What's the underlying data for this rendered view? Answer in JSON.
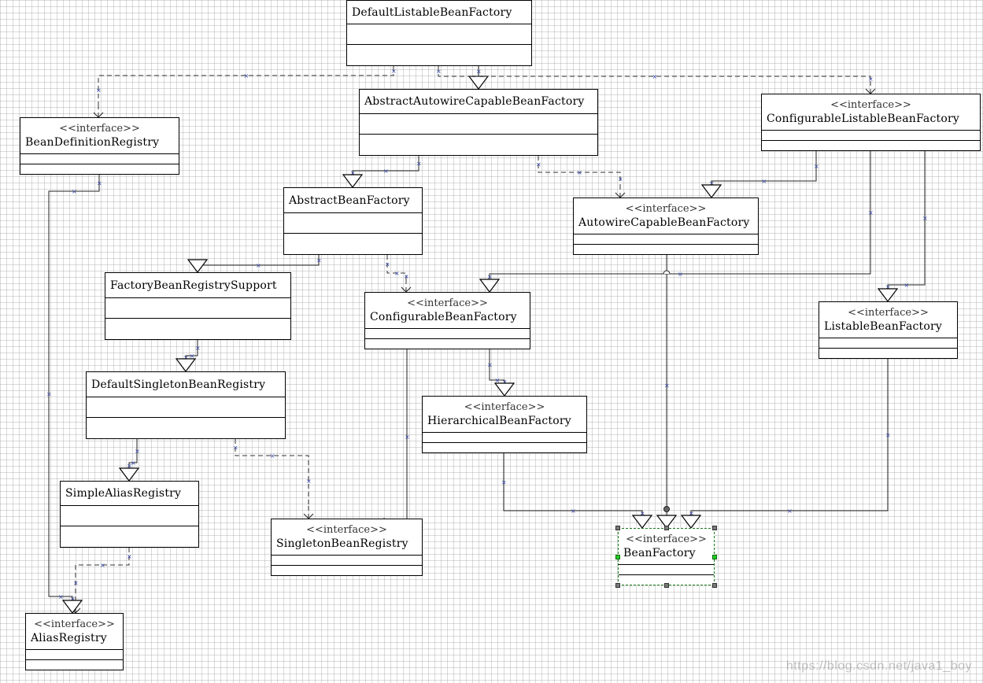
{
  "diagram": {
    "classes": [
      {
        "id": "default-listable-bean-factory",
        "name": "DefaultListableBeanFactory",
        "stereotype": ""
      },
      {
        "id": "abstract-autowire-capable-bean-factory",
        "name": "AbstractAutowireCapableBeanFactory",
        "stereotype": ""
      },
      {
        "id": "configurable-listable-bean-factory",
        "name": "ConfigurableListableBeanFactory",
        "stereotype": "<<interface>>"
      },
      {
        "id": "bean-definition-registry",
        "name": "BeanDefinitionRegistry",
        "stereotype": "<<interface>>"
      },
      {
        "id": "abstract-bean-factory",
        "name": "AbstractBeanFactory",
        "stereotype": ""
      },
      {
        "id": "autowire-capable-bean-factory",
        "name": "AutowireCapableBeanFactory",
        "stereotype": "<<interface>>"
      },
      {
        "id": "factory-bean-registry-support",
        "name": "FactoryBeanRegistrySupport",
        "stereotype": ""
      },
      {
        "id": "configurable-bean-factory",
        "name": "ConfigurableBeanFactory",
        "stereotype": "<<interface>>"
      },
      {
        "id": "listable-bean-factory",
        "name": "ListableBeanFactory",
        "stereotype": "<<interface>>"
      },
      {
        "id": "default-singleton-bean-registry",
        "name": "DefaultSingletonBeanRegistry",
        "stereotype": ""
      },
      {
        "id": "hierarchical-bean-factory",
        "name": "HierarchicalBeanFactory",
        "stereotype": "<<interface>>"
      },
      {
        "id": "simple-alias-registry",
        "name": "SimpleAliasRegistry",
        "stereotype": ""
      },
      {
        "id": "singleton-bean-registry",
        "name": "SingletonBeanRegistry",
        "stereotype": "<<interface>>"
      },
      {
        "id": "bean-factory",
        "name": "BeanFactory",
        "stereotype": "<<interface>>",
        "selected": true
      },
      {
        "id": "alias-registry",
        "name": "AliasRegistry",
        "stereotype": "<<interface>>"
      }
    ],
    "relations": [
      {
        "from": "default-listable-bean-factory",
        "to": "abstract-autowire-capable-bean-factory",
        "kind": "generalization"
      },
      {
        "from": "default-listable-bean-factory",
        "to": "bean-definition-registry",
        "kind": "realization"
      },
      {
        "from": "default-listable-bean-factory",
        "to": "configurable-listable-bean-factory",
        "kind": "realization"
      },
      {
        "from": "abstract-autowire-capable-bean-factory",
        "to": "abstract-bean-factory",
        "kind": "generalization"
      },
      {
        "from": "abstract-autowire-capable-bean-factory",
        "to": "autowire-capable-bean-factory",
        "kind": "realization"
      },
      {
        "from": "configurable-listable-bean-factory",
        "to": "autowire-capable-bean-factory",
        "kind": "generalization"
      },
      {
        "from": "configurable-listable-bean-factory",
        "to": "configurable-bean-factory",
        "kind": "generalization"
      },
      {
        "from": "configurable-listable-bean-factory",
        "to": "listable-bean-factory",
        "kind": "generalization"
      },
      {
        "from": "abstract-bean-factory",
        "to": "factory-bean-registry-support",
        "kind": "generalization"
      },
      {
        "from": "abstract-bean-factory",
        "to": "configurable-bean-factory",
        "kind": "realization"
      },
      {
        "from": "factory-bean-registry-support",
        "to": "default-singleton-bean-registry",
        "kind": "generalization"
      },
      {
        "from": "default-singleton-bean-registry",
        "to": "simple-alias-registry",
        "kind": "generalization"
      },
      {
        "from": "default-singleton-bean-registry",
        "to": "singleton-bean-registry",
        "kind": "realization"
      },
      {
        "from": "configurable-bean-factory",
        "to": "hierarchical-bean-factory",
        "kind": "generalization"
      },
      {
        "from": "configurable-bean-factory",
        "to": "singleton-bean-registry",
        "kind": "generalization"
      },
      {
        "from": "hierarchical-bean-factory",
        "to": "bean-factory",
        "kind": "generalization"
      },
      {
        "from": "autowire-capable-bean-factory",
        "to": "bean-factory",
        "kind": "generalization"
      },
      {
        "from": "listable-bean-factory",
        "to": "bean-factory",
        "kind": "generalization"
      },
      {
        "from": "simple-alias-registry",
        "to": "alias-registry",
        "kind": "realization"
      },
      {
        "from": "bean-definition-registry",
        "to": "alias-registry",
        "kind": "generalization"
      }
    ]
  },
  "watermark": "https://blog.csdn.net/java1_boy"
}
